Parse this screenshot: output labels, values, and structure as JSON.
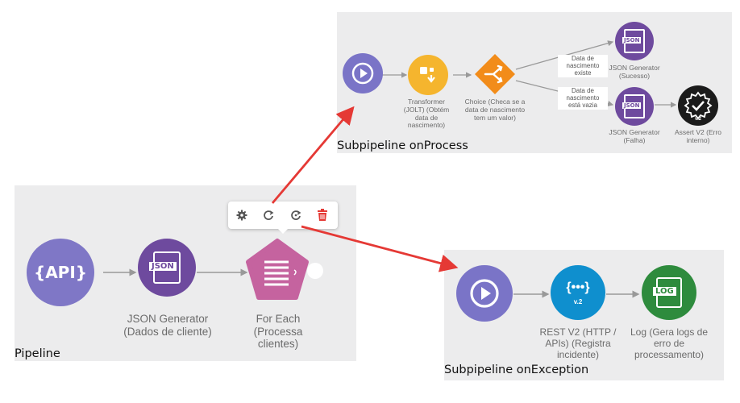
{
  "colors": {
    "panel": "#ececed",
    "start": "#7a74c7",
    "api": "#7f77c6",
    "generator": "#6e4a9e",
    "foreach": "#c5639f",
    "transformer": "#f5b52e",
    "choice": "#f28c1a",
    "assert": "#1b1b1b",
    "rest": "#0f8fce",
    "log": "#2e8b3d",
    "arrow": "#e53935",
    "connector": "#999999"
  },
  "onprocess": {
    "caption": "Subpipeline onProcess",
    "transformer_label": "Transformer (JOLT) (Obtém data de nascimento)",
    "choice_label": "Choice (Checa se a data de nascimento tem um valor)",
    "branch_top_label": "Data de nascimento existe",
    "branch_bottom_label": "Data de nascimento está vazia",
    "gen_success_label": "JSON Generator (Sucesso)",
    "gen_fail_label": "JSON Generator (Falha)",
    "assert_label": "Assert V2 (Erro interno)",
    "json_badge": "JSON",
    "assert_badge": "v.2"
  },
  "pipeline": {
    "caption": "Pipeline",
    "api_text": "{API}",
    "json_badge": "JSON",
    "generator_label": "JSON Generator (Dados de cliente)",
    "foreach_label": "For Each (Processa clientes)",
    "toolbar_icons": [
      "gear-icon",
      "refresh-icon",
      "refresh-alt-icon",
      "trash-icon"
    ]
  },
  "onexception": {
    "caption": "Subpipeline onException",
    "rest_text": "{•••}",
    "rest_badge": "v.2",
    "rest_label": "REST V2 (HTTP / APIs) (Registra incidente)",
    "log_badge": "LOG",
    "log_label": "Log (Gera logs de erro de processamento)"
  }
}
